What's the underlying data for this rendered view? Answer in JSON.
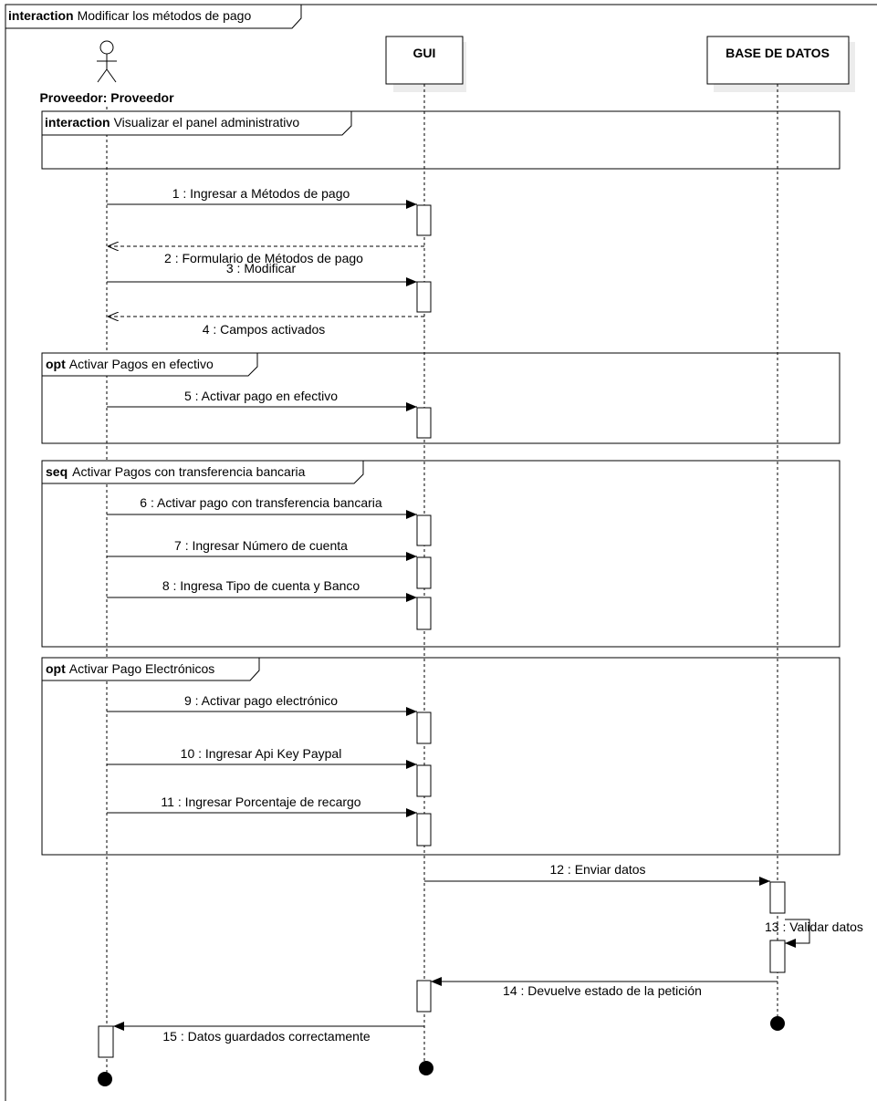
{
  "diagram": {
    "type": "sequence",
    "outer_frame": {
      "keyword": "interaction",
      "title": "Modificar los métodos de pago"
    },
    "participants": [
      {
        "id": "proveedor",
        "name": "Proveedor: Proveedor",
        "kind": "actor"
      },
      {
        "id": "gui",
        "name": "GUI",
        "kind": "object"
      },
      {
        "id": "db",
        "name": "BASE DE DATOS",
        "kind": "object"
      }
    ],
    "fragments": [
      {
        "id": "f1",
        "keyword": "interaction",
        "title": "Visualizar el panel administrativo"
      },
      {
        "id": "f2",
        "keyword": "opt",
        "title": "Activar Pagos en efectivo"
      },
      {
        "id": "f3",
        "keyword": "seq",
        "title": "Activar Pagos con transferencia bancaria"
      },
      {
        "id": "f4",
        "keyword": "opt",
        "title": "Activar Pago Electrónicos"
      }
    ],
    "messages": [
      {
        "id": "m1",
        "label": "1 : Ingresar a Métodos de pago",
        "from": "proveedor",
        "to": "gui",
        "kind": "sync"
      },
      {
        "id": "m2",
        "label": "2 : Formulario de Métodos de pago",
        "from": "gui",
        "to": "proveedor",
        "kind": "return"
      },
      {
        "id": "m3",
        "label": "3 : Modificar",
        "from": "proveedor",
        "to": "gui",
        "kind": "sync"
      },
      {
        "id": "m4",
        "label": "4 : Campos activados",
        "from": "gui",
        "to": "proveedor",
        "kind": "return"
      },
      {
        "id": "m5",
        "label": "5 : Activar pago en efectivo",
        "from": "proveedor",
        "to": "gui",
        "kind": "sync"
      },
      {
        "id": "m6",
        "label": "6 : Activar pago con transferencia bancaria",
        "from": "proveedor",
        "to": "gui",
        "kind": "sync"
      },
      {
        "id": "m7",
        "label": "7 : Ingresar Número de cuenta",
        "from": "proveedor",
        "to": "gui",
        "kind": "sync"
      },
      {
        "id": "m8",
        "label": "8 : Ingresa Tipo de cuenta y Banco",
        "from": "proveedor",
        "to": "gui",
        "kind": "sync"
      },
      {
        "id": "m9",
        "label": "9 : Activar pago electrónico",
        "from": "proveedor",
        "to": "gui",
        "kind": "sync"
      },
      {
        "id": "m10",
        "label": "10 : Ingresar Api Key Paypal",
        "from": "proveedor",
        "to": "gui",
        "kind": "sync"
      },
      {
        "id": "m11",
        "label": "11 : Ingresar Porcentaje de recargo",
        "from": "proveedor",
        "to": "gui",
        "kind": "sync"
      },
      {
        "id": "m12",
        "label": "12 : Enviar datos",
        "from": "gui",
        "to": "db",
        "kind": "sync"
      },
      {
        "id": "m13",
        "label": "13 : Validar datos",
        "from": "db",
        "to": "db",
        "kind": "self"
      },
      {
        "id": "m14",
        "label": "14 : Devuelve estado de la petición",
        "from": "db",
        "to": "gui",
        "kind": "sync"
      },
      {
        "id": "m15",
        "label": "15 : Datos guardados correctamente",
        "from": "gui",
        "to": "proveedor",
        "kind": "sync"
      }
    ]
  }
}
